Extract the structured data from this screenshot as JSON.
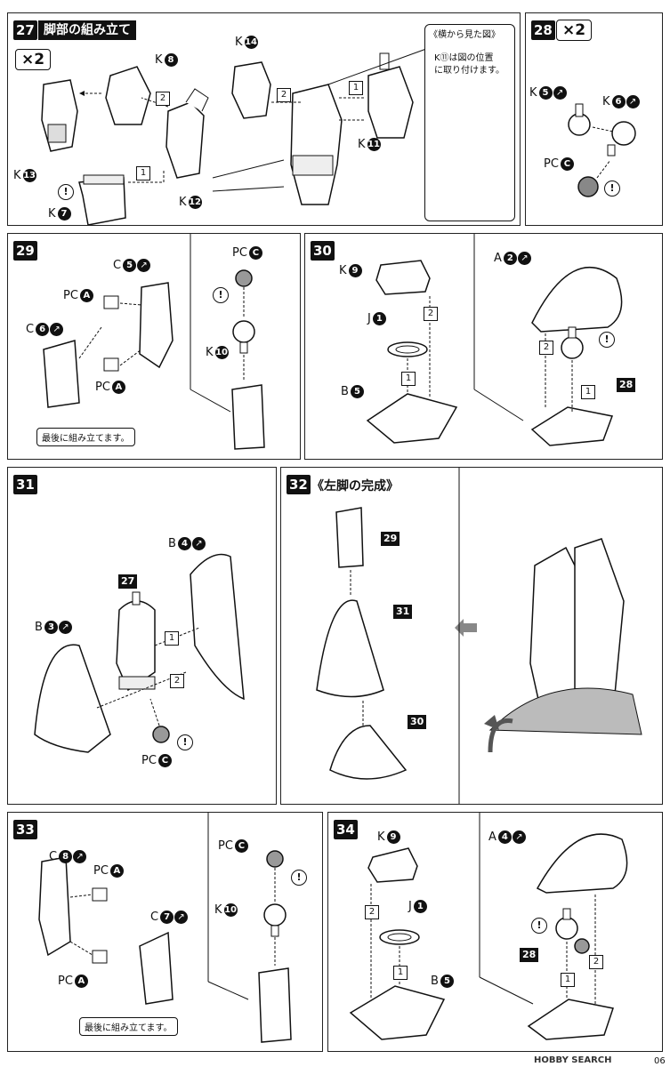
{
  "page_number": "06",
  "watermark": "HOBBY SEARCH",
  "steps": {
    "s27": {
      "num": "27",
      "title": "脚部の組み立て",
      "multiplier": "×2",
      "labels": {
        "k8": "K",
        "k13": "K",
        "k7": "K",
        "k12": "K",
        "k14": "K",
        "k11": "K"
      },
      "circ": {
        "k8": "8",
        "k13": "13",
        "k7": "7",
        "k12": "12",
        "k14": "14",
        "k11": "11"
      },
      "steps": [
        "2",
        "1",
        "2",
        "1"
      ],
      "side_view_title": "《横から見た図》",
      "side_view_note_1": "K⑪は図の位置",
      "side_view_note_2": "に取り付けます。"
    },
    "s28": {
      "num": "28",
      "multiplier": "×2",
      "labels": {
        "k5": "K",
        "k6": "K",
        "pcc": "PC"
      },
      "circ": {
        "k5": "5",
        "k6": "6",
        "pcc": "C"
      }
    },
    "s29": {
      "num": "29",
      "labels": {
        "c5": "C",
        "pca1": "PC",
        "c6": "C",
        "pca2": "PC",
        "pcc": "PC",
        "k10": "K"
      },
      "circ": {
        "c5": "5",
        "pca1": "A",
        "c6": "6",
        "pca2": "A",
        "pcc": "C",
        "k10": "10"
      },
      "note": "最後に組み立てます。"
    },
    "s30": {
      "num": "30",
      "labels": {
        "k9": "K",
        "j1": "J",
        "b5": "B",
        "a2": "A"
      },
      "circ": {
        "k9": "9",
        "j1": "1",
        "b5": "5",
        "a2": "2"
      },
      "steps": [
        "2",
        "1",
        "2",
        "1"
      ],
      "ref": "28"
    },
    "s31": {
      "num": "31",
      "labels": {
        "b4": "B",
        "b3": "B",
        "pcc": "PC"
      },
      "circ": {
        "b4": "4",
        "b3": "3",
        "pcc": "C"
      },
      "ref": "27",
      "steps": [
        "1",
        "2"
      ]
    },
    "s32": {
      "num": "32",
      "title": "《左脚の完成》",
      "refs": [
        "29",
        "31",
        "30"
      ]
    },
    "s33": {
      "num": "33",
      "labels": {
        "c8": "C",
        "pca1": "PC",
        "c7": "C",
        "pca2": "PC",
        "pcc": "PC",
        "k10": "K"
      },
      "circ": {
        "c8": "8",
        "pca1": "A",
        "c7": "7",
        "pca2": "A",
        "pcc": "C",
        "k10": "10"
      },
      "note": "最後に組み立てます。"
    },
    "s34": {
      "num": "34",
      "labels": {
        "k9": "K",
        "j1": "J",
        "b5": "B",
        "a4": "A"
      },
      "circ": {
        "k9": "9",
        "j1": "1",
        "b5": "5",
        "a4": "4"
      },
      "steps": [
        "2",
        "1",
        "2",
        "1"
      ],
      "ref": "28"
    }
  }
}
